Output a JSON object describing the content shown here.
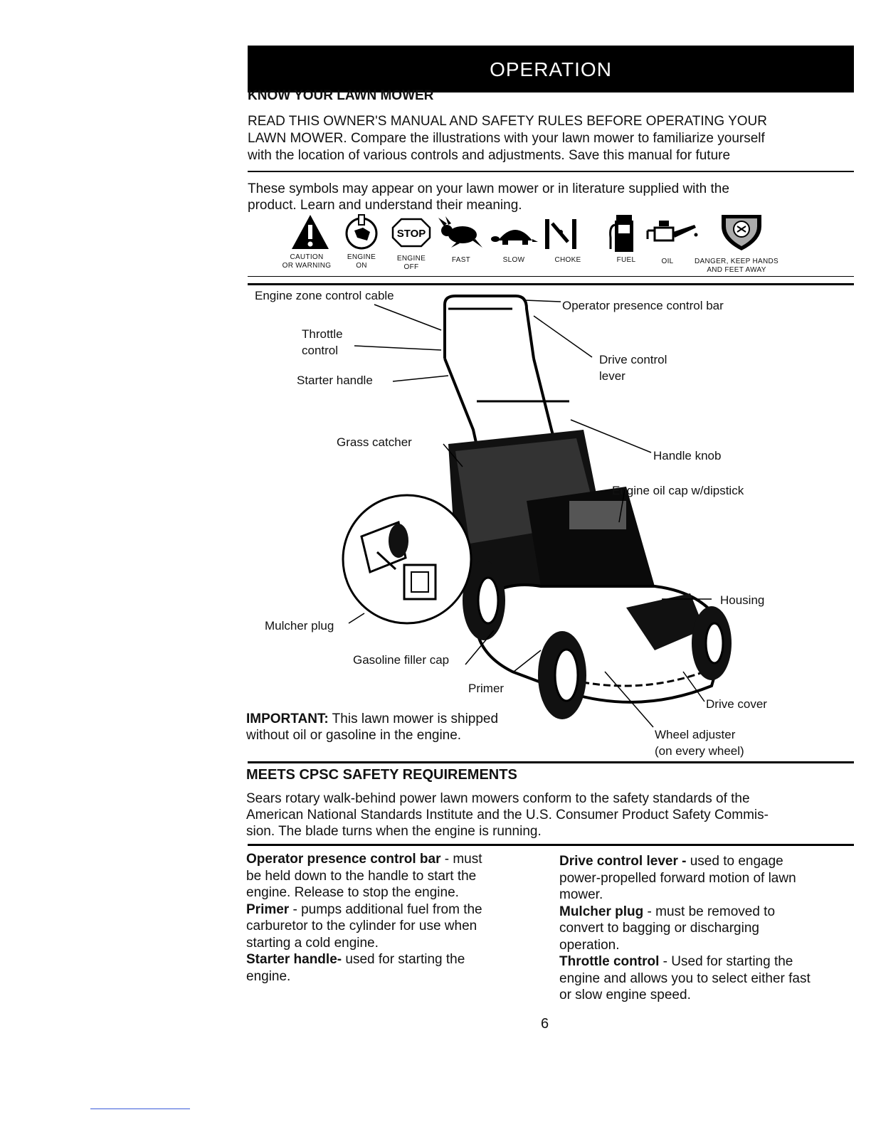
{
  "header": {
    "title": "OPERATION"
  },
  "know": {
    "heading": "KNOW YOUR LAWN MOWER",
    "lines": [
      "READ THIS OWNER'S MANUAL AND SAFETY RULES BEFORE OPERATING YOUR",
      "LAWN MOWER.  Compare the illustrations with your lawn mower to familiarize yourself",
      "with the location of various controls and adjustments.  Save this manual for future"
    ]
  },
  "symbols_intro": {
    "lines": [
      "These symbols  may appear on your lawn mower or in literature supplied with the",
      "product.  Learn and understand their meaning."
    ]
  },
  "symbols": [
    {
      "icon": "caution-warning-icon",
      "label": "CAUTION\nOR WARNING"
    },
    {
      "icon": "engine-on-icon",
      "label": "ENGINE\nON"
    },
    {
      "icon": "engine-off-icon",
      "label": "ENGINE\nOFF",
      "text": "STOP"
    },
    {
      "icon": "fast-hare-icon",
      "label": "FAST"
    },
    {
      "icon": "slow-turtle-icon",
      "label": "SLOW"
    },
    {
      "icon": "choke-icon",
      "label": "CHOKE"
    },
    {
      "icon": "fuel-pump-icon",
      "label": "FUEL"
    },
    {
      "icon": "oil-can-icon",
      "label": "OIL"
    },
    {
      "icon": "danger-hands-feet-icon",
      "label": "DANGER, KEEP HANDS\nAND FEET AWAY"
    }
  ],
  "diagram_labels": {
    "engine_zone": "Engine zone control cable",
    "operator_bar": "Operator presence control bar",
    "throttle_1": "Throttle",
    "throttle_2": "control",
    "drive_lever_1": "Drive control",
    "drive_lever_2": "lever",
    "starter": "Starter handle",
    "grass_catcher": "Grass catcher",
    "handle_knob": "Handle knob",
    "oil_cap": "Engine oil cap w/dipstick",
    "housing": "Housing",
    "mulcher_plug": "Mulcher plug",
    "gas_cap": "Gasoline filler cap",
    "primer": "Primer",
    "drive_cover": "Drive cover",
    "wheel_adj_1": "Wheel adjuster",
    "wheel_adj_2": "(on every wheel)"
  },
  "important": {
    "label": "IMPORTANT:",
    "line1": " This lawn mower is shipped",
    "line2": "without oil or gasoline  in the engine."
  },
  "cpsc": {
    "heading": "MEETS CPSC SAFETY REQUIREMENTS",
    "lines": [
      "Sears rotary walk-behind power lawn mowers conform to the safety standards of the",
      "American National Standards Institute and the U.S. Consumer Product Safety Commis-",
      "sion.  The blade turns when the engine is running."
    ]
  },
  "left_desc": {
    "operator_term": "Operator presence control bar",
    "operator_text": [
      " - must",
      "be held down to the handle to start the",
      "engine.  Release to stop the engine."
    ],
    "primer_term": "Primer",
    "primer_text": [
      " - pumps additional fuel from the",
      "carburetor to the cylinder for use when",
      "starting a cold engine."
    ],
    "starter_term": "Starter handle-",
    "starter_text": [
      " used for starting the",
      "engine."
    ]
  },
  "right_desc": {
    "drive_term": "Drive control lever -",
    "drive_text": [
      " used to engage",
      "power-propelled forward motion of  lawn",
      "mower."
    ],
    "mulcher_term": "Mulcher plug",
    "mulcher_text": [
      " - must be removed to",
      "convert to bagging or discharging",
      "operation."
    ],
    "throttle_term": "Throttle control",
    "throttle_text": [
      " - Used for starting the",
      "engine and allows you to select either fast",
      "or slow engine speed."
    ]
  },
  "page_number": "6"
}
